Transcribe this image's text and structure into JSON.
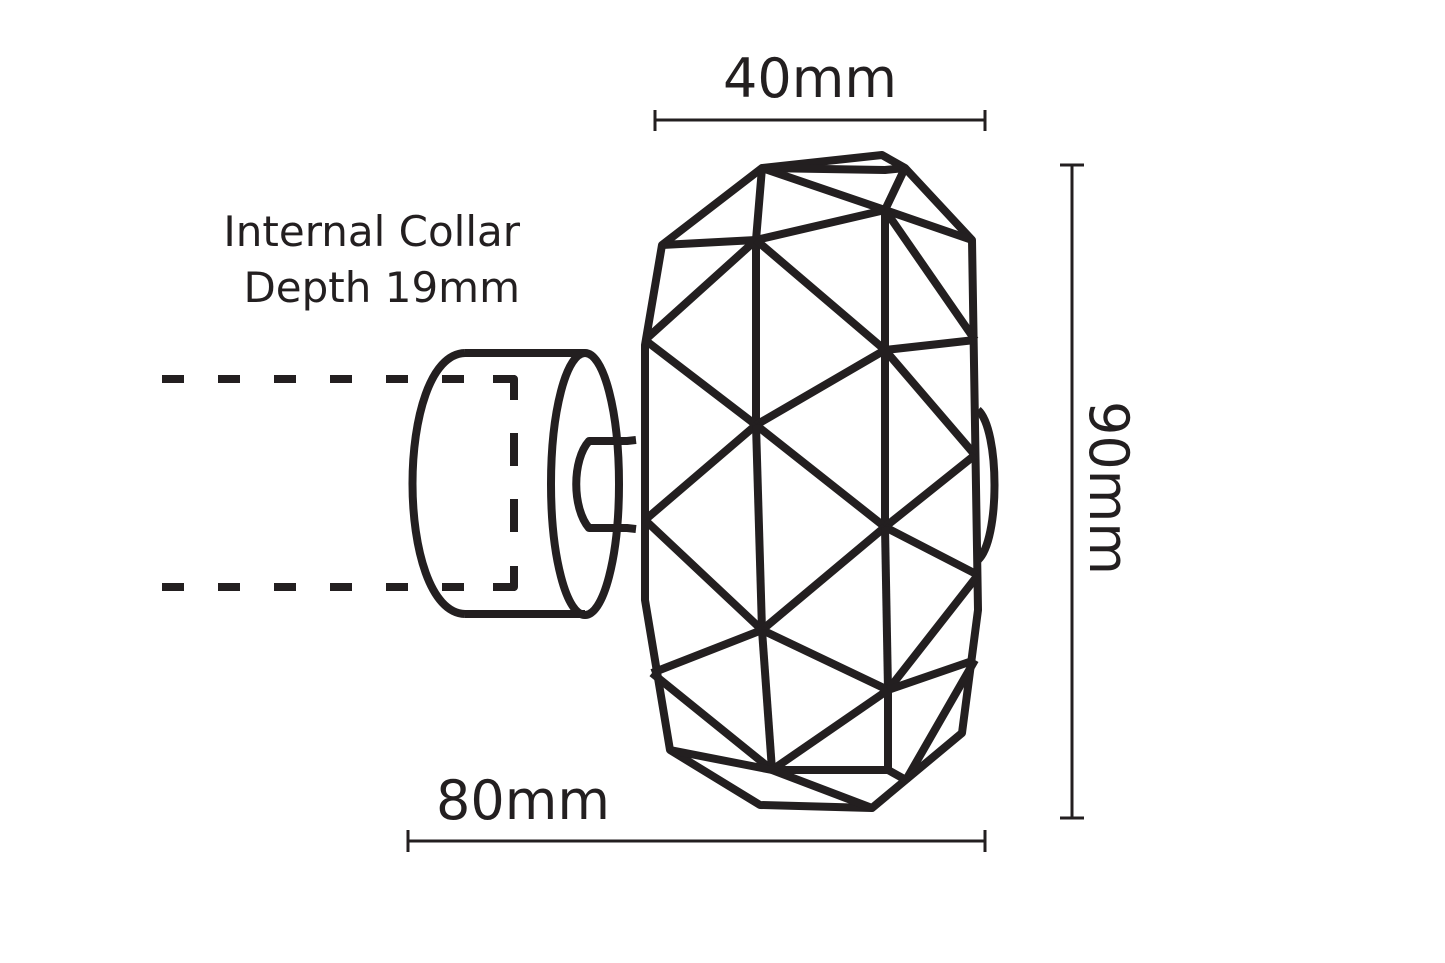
{
  "diagram": {
    "type": "technical-dimension-drawing",
    "subject": "Faceted geometric curtain pole finial with collar",
    "stroke_color": "#231f20",
    "background": "#ffffff",
    "dimensions": {
      "finial_width": "40mm",
      "overall_length": "80mm",
      "finial_height": "90mm"
    },
    "annotation": {
      "line1": "Internal Collar",
      "line2": "Depth 19mm"
    },
    "parts": [
      {
        "name": "pole (dashed, hidden)"
      },
      {
        "name": "collar"
      },
      {
        "name": "connector stem"
      },
      {
        "name": "faceted finial"
      },
      {
        "name": "rear cap"
      }
    ]
  }
}
